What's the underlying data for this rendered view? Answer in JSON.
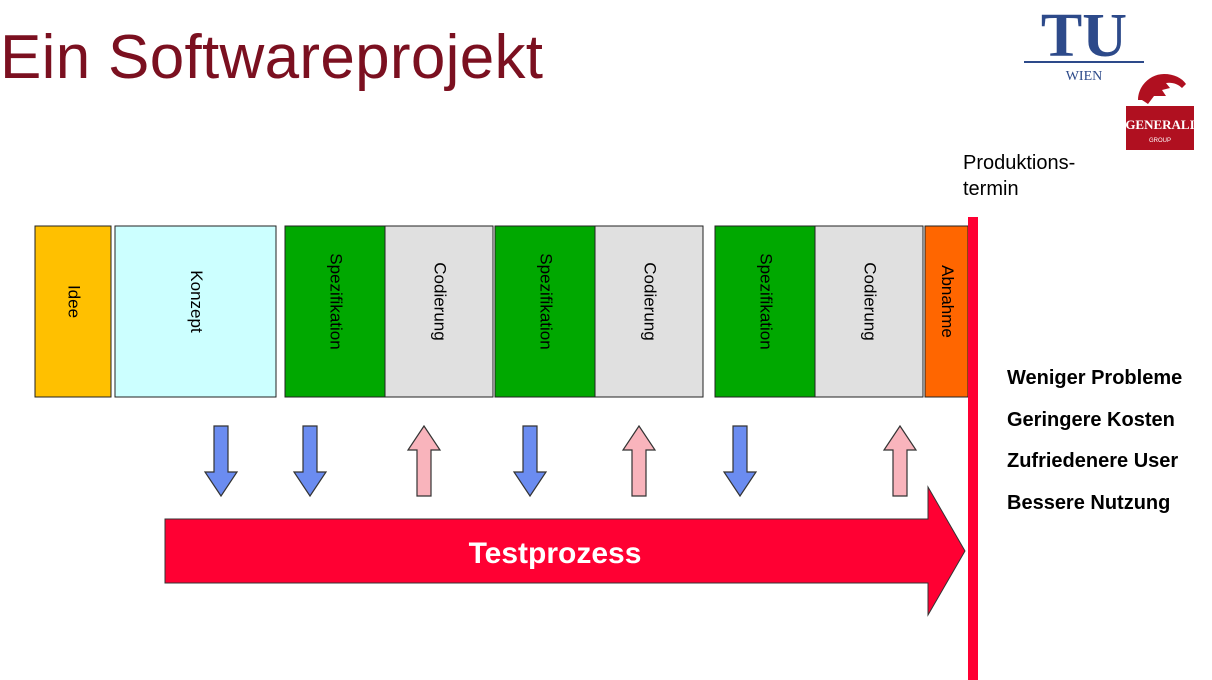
{
  "title": "Ein Softwareprojekt",
  "logos": {
    "tu": "TU",
    "tu_sub": "WIEN",
    "generali": "GENERALI",
    "generali_sub": "GROUP"
  },
  "production_label": {
    "line1": "Produktions-",
    "line2": "termin"
  },
  "phases": [
    {
      "label": "Idee",
      "color": "#ffc000"
    },
    {
      "label": "Konzept",
      "color": "#ccffff"
    },
    {
      "label": "Spezifikation",
      "color": "#00a800"
    },
    {
      "label": "Codierung",
      "color": "#e0e0e0"
    },
    {
      "label": "Spezifikation",
      "color": "#00a800"
    },
    {
      "label": "Codierung",
      "color": "#e0e0e0"
    },
    {
      "label": "Spezifikation",
      "color": "#00a800"
    },
    {
      "label": "Codierung",
      "color": "#e0e0e0"
    },
    {
      "label": "Abnahme",
      "color": "#ff6600"
    }
  ],
  "arrows": [
    {
      "direction": "down",
      "color": "#6b8cf0"
    },
    {
      "direction": "down",
      "color": "#6b8cf0"
    },
    {
      "direction": "up",
      "color": "#f9b4bc"
    },
    {
      "direction": "down",
      "color": "#6b8cf0"
    },
    {
      "direction": "up",
      "color": "#f9b4bc"
    },
    {
      "direction": "down",
      "color": "#6b8cf0"
    },
    {
      "direction": "up",
      "color": "#f9b4bc"
    }
  ],
  "test_process": {
    "label": "Testprozess",
    "color": "#ff0033"
  },
  "deadline_color": "#ff0033",
  "benefits": [
    "Weniger Probleme",
    "Geringere Kosten",
    "Zufriedenere User",
    "Bessere Nutzung"
  ]
}
